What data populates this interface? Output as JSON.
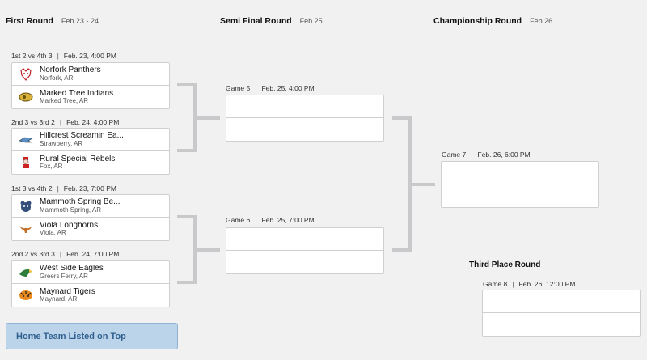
{
  "rounds": {
    "first": {
      "name": "First Round",
      "date": "Feb 23 - 24"
    },
    "semi": {
      "name": "Semi Final Round",
      "date": "Feb 25"
    },
    "championship": {
      "name": "Championship Round",
      "date": "Feb 26"
    }
  },
  "games": {
    "g1": {
      "label": "1st 2 vs 4th 3",
      "time": "Feb. 23, 4:00 PM",
      "home": {
        "name": "Norfork Panthers",
        "loc": "Norfork, AR",
        "logo": "panther-logo-icon"
      },
      "away": {
        "name": "Marked Tree Indians",
        "loc": "Marked Tree, AR",
        "logo": "indian-logo-icon"
      }
    },
    "g2": {
      "label": "2nd 3 vs 3rd 2",
      "time": "Feb. 24, 4:00 PM",
      "home": {
        "name": "Hillcrest Screamin Ea...",
        "loc": "Strawberry, AR",
        "logo": "eagle-logo-icon"
      },
      "away": {
        "name": "Rural Special Rebels",
        "loc": "Fox, AR",
        "logo": "rebel-logo-icon"
      }
    },
    "g3": {
      "label": "1st 3 vs 4th 2",
      "time": "Feb. 23, 7:00 PM",
      "home": {
        "name": "Mammoth Spring Be...",
        "loc": "Mammoth Spring, AR",
        "logo": "bear-logo-icon"
      },
      "away": {
        "name": "Viola Longhorns",
        "loc": "Viola, AR",
        "logo": "longhorn-logo-icon"
      }
    },
    "g4": {
      "label": "2nd 2 vs 3rd 3",
      "time": "Feb. 24, 7:00 PM",
      "home": {
        "name": "West Side Eagles",
        "loc": "Greers Ferry, AR",
        "logo": "eagle-head-logo-icon"
      },
      "away": {
        "name": "Maynard Tigers",
        "loc": "Maynard, AR",
        "logo": "tiger-logo-icon"
      }
    },
    "g5": {
      "label": "Game 5",
      "time": "Feb. 25, 4:00 PM"
    },
    "g6": {
      "label": "Game 6",
      "time": "Feb. 25, 7:00 PM"
    },
    "g7": {
      "label": "Game 7",
      "time": "Feb. 26, 6:00 PM"
    },
    "g8": {
      "label": "Game 8",
      "time": "Feb. 26, 12:00 PM"
    }
  },
  "third_place": {
    "title": "Third Place Round"
  },
  "note": {
    "label": "Home Team Listed on Top"
  },
  "colors": {
    "connector": "#c9c9cc",
    "note_bg": "#bcd4ea",
    "note_text": "#2e5f8f"
  }
}
